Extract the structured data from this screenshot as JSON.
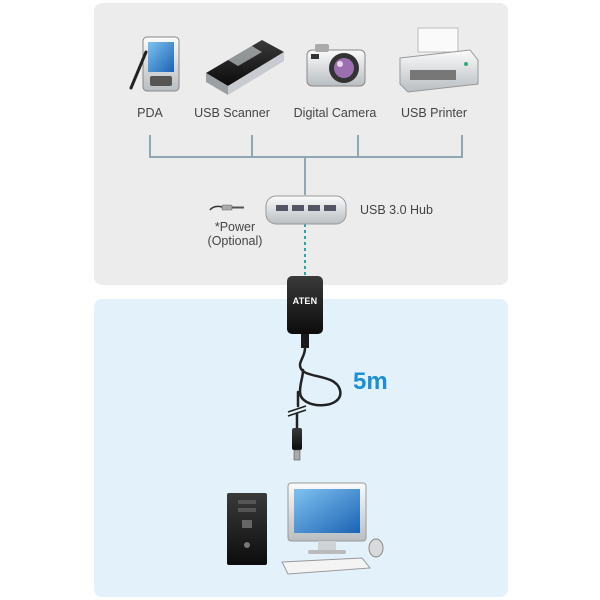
{
  "devices": [
    {
      "label": "PDA",
      "icon": "pda-icon"
    },
    {
      "label": "USB Scanner",
      "icon": "scanner-icon"
    },
    {
      "label": "Digital Camera",
      "icon": "camera-icon"
    },
    {
      "label": "USB Printer",
      "icon": "printer-icon"
    }
  ],
  "hub": {
    "label": "USB 3.0 Hub",
    "icon": "usb-hub-icon"
  },
  "power": {
    "line1": "*Power",
    "line2": "(Optional)",
    "icon": "power-adapter-icon"
  },
  "extender": {
    "brand": "ATEN",
    "icon": "aten-extender-icon"
  },
  "cable": {
    "length": "5m"
  },
  "computer": {
    "icon": "desktop-computer-icon"
  },
  "colors": {
    "accent": "#1d8fd6",
    "top_panel": "#ececec",
    "bottom_panel": "#e3f1fb",
    "line": "#8fa6b3"
  }
}
